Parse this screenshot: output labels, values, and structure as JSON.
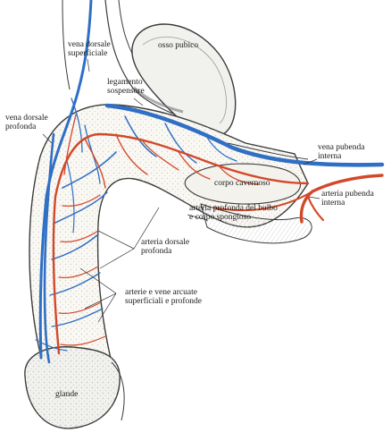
{
  "labels": {
    "vena_dorsale_superficiale": [
      "vena dorsale",
      "superficiale"
    ],
    "osso_pubico": [
      "osso pubico"
    ],
    "legamento_sospensore": [
      "legamento",
      "sospensore"
    ],
    "vena_dorsale_profonda": [
      "vena dorsale",
      "profonda"
    ],
    "vena_pubenda_interna": [
      "vena pubenda",
      "interna"
    ],
    "arteria_pubenda_interna": [
      "arteria pubenda",
      "interna"
    ],
    "corpo_cavernoso": [
      "corpo cavernoso"
    ],
    "arteria_profonda_bulbo": [
      "arteria profonda del bulbo",
      "e corpo spongioso"
    ],
    "arteria_dorsale_profonda": [
      "arteria dorsale",
      "profonda"
    ],
    "arterie_vene_arcuate": [
      "arterie e vene arcuate",
      "superficiali e profonde"
    ],
    "glande": [
      "glande"
    ]
  },
  "colors": {
    "vein": "#2f6fc4",
    "artery": "#d2492a",
    "outline": "#3a3a3a",
    "bone_fill": "#f1f1ee",
    "tissue_fill": "#faf8f3"
  }
}
